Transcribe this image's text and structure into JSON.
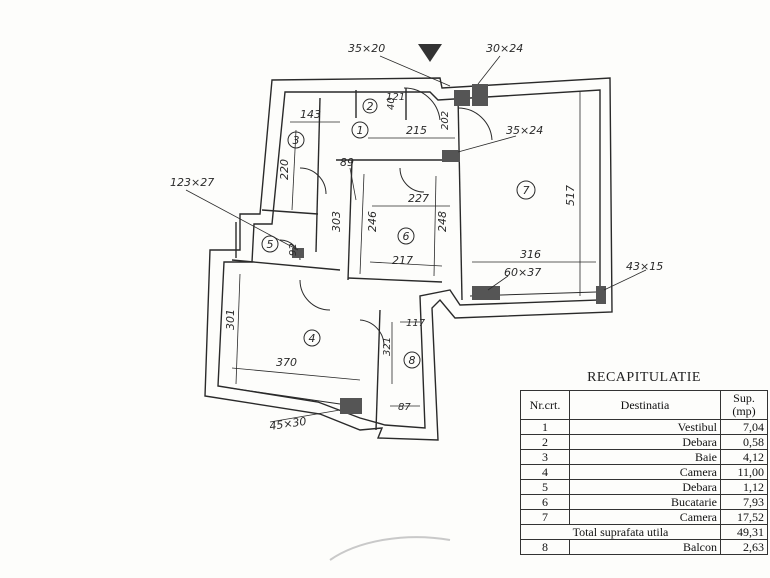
{
  "plan": {
    "rooms": [
      {
        "id": "1"
      },
      {
        "id": "2"
      },
      {
        "id": "3"
      },
      {
        "id": "4"
      },
      {
        "id": "5"
      },
      {
        "id": "6"
      },
      {
        "id": "7"
      },
      {
        "id": "8"
      }
    ],
    "dimensions": {
      "d_143": "143",
      "d_121": "121",
      "d_40": "40",
      "d_215": "215",
      "d_202": "202",
      "d_220": "220",
      "d_89": "89",
      "d_227": "227",
      "d_246": "246",
      "d_248": "248",
      "d_217": "217",
      "d_303": "303",
      "d_92": "92",
      "d_316": "316",
      "d_517": "517",
      "d_370": "370",
      "d_301": "301",
      "d_117": "117",
      "d_321": "321",
      "d_87": "87"
    },
    "window_labels": {
      "w_35x20": "35×20",
      "w_30x24": "30×24",
      "w_35x24": "35×24",
      "w_123x27": "123×27",
      "w_60x37": "60×37",
      "w_43x15": "43×15",
      "w_45x30": "45×30"
    },
    "colors": {
      "ink": "#2a2a2a",
      "wall_fill": "#ffffff",
      "shaft": "#555555"
    }
  },
  "recap": {
    "title": "RECAPITULATIE",
    "headers": {
      "nr": "Nr.crt.",
      "dest": "Destinatia",
      "sup": "Sup.\n(mp)"
    },
    "rows": [
      {
        "nr": "1",
        "dest": "Vestibul",
        "sup": "7,04"
      },
      {
        "nr": "2",
        "dest": "Debara",
        "sup": "0,58"
      },
      {
        "nr": "3",
        "dest": "Baie",
        "sup": "4,12"
      },
      {
        "nr": "4",
        "dest": "Camera",
        "sup": "11,00"
      },
      {
        "nr": "5",
        "dest": "Debara",
        "sup": "1,12"
      },
      {
        "nr": "6",
        "dest": "Bucatarie",
        "sup": "7,93"
      },
      {
        "nr": "7",
        "dest": "Camera",
        "sup": "17,52"
      }
    ],
    "total": {
      "label": "Total suprafata utila",
      "sup": "49,31"
    },
    "extra": [
      {
        "nr": "8",
        "dest": "Balcon",
        "sup": "2,63"
      }
    ]
  }
}
